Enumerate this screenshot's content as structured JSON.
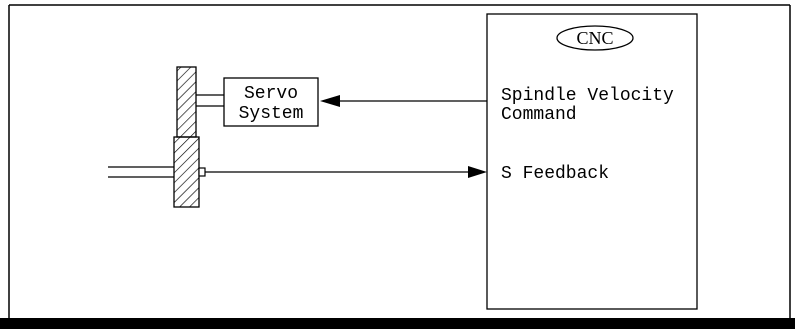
{
  "cnc": {
    "badge": "CNC",
    "command_line1": "Spindle Velocity",
    "command_line2": "Command",
    "feedback": "S Feedback"
  },
  "servo": {
    "line1": "Servo",
    "line2": "System"
  },
  "colors": {
    "line": "#000000",
    "background": "#ffffff"
  }
}
